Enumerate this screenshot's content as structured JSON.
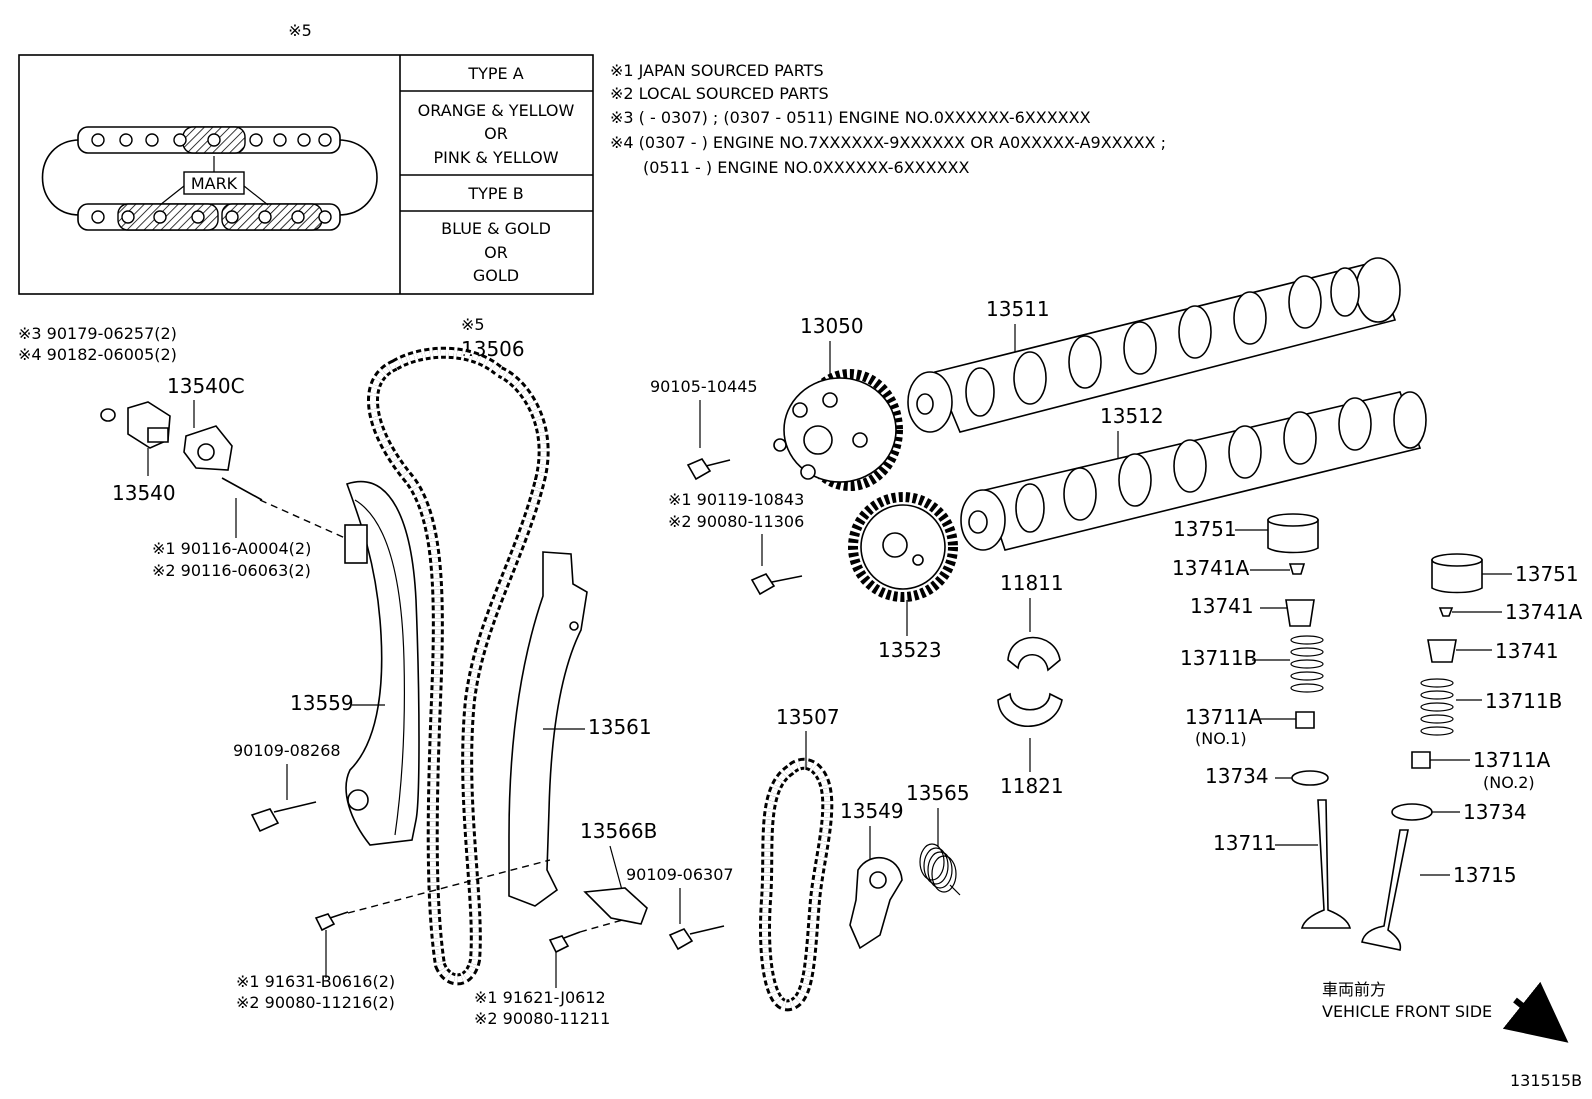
{
  "inset": {
    "ref_mark": "※5",
    "mark_label": "MARK",
    "type_a_label": "TYPE A",
    "type_a_colors": [
      "ORANGE & YELLOW",
      "OR",
      "PINK & YELLOW"
    ],
    "type_b_label": "TYPE B",
    "type_b_colors": [
      "BLUE & GOLD",
      "OR",
      "GOLD"
    ]
  },
  "notes": [
    "※1 JAPAN SOURCED PARTS",
    "※2 LOCAL SOURCED PARTS",
    "※3 (         - 0307) ; (0307 - 0511) ENGINE NO.0XXXXXX-6XXXXXX",
    "※4 (0307 -         ) ENGINE NO.7XXXXXX-9XXXXXX OR A0XXXXX-A9XXXXX ;",
    "(0511 -         ) ENGINE NO.0XXXXXX-6XXXXXX"
  ],
  "parts": {
    "p13540_note1": "※3  90179-06257(2)",
    "p13540_note2": "※4  90182-06005(2)",
    "p13540C": "13540C",
    "p13540": "13540",
    "p90116_a": "※1  90116-A0004(2)",
    "p90116_b": "※2  90116-06063(2)",
    "p13506_ref": "※5",
    "p13506": "13506",
    "p13559": "13559",
    "p90109_08268": "90109-08268",
    "p13561": "13561",
    "p91631_a": "※1  91631-B0616(2)",
    "p91631_b": "※2  90080-11216(2)",
    "p91621_a": "※1  91621-J0612",
    "p91621_b": "※2  90080-11211",
    "p13566B": "13566B",
    "p90109_06307": "90109-06307",
    "p13507": "13507",
    "p13549": "13549",
    "p13565": "13565",
    "p90105": "90105-10445",
    "p90119_a": "※1  90119-10843",
    "p90119_b": "※2  90080-11306",
    "p13050": "13050",
    "p13523": "13523",
    "p13511": "13511",
    "p13512": "13512",
    "p11811": "11811",
    "p11821": "11821",
    "p13751_l": "13751",
    "p13741A_l": "13741A",
    "p13741_l": "13741",
    "p13711B_l": "13711B",
    "p13711A_l": "13711A",
    "p13711A_l_sub": "(NO.1)",
    "p13734_l": "13734",
    "p13711": "13711",
    "p13751_r": "13751",
    "p13741A_r": "13741A",
    "p13741_r": "13741",
    "p13711B_r": "13711B",
    "p13711A_r": "13711A",
    "p13711A_r_sub": "(NO.2)",
    "p13734_r": "13734",
    "p13715": "13715"
  },
  "front_side": {
    "jp": "車両前方",
    "en": "VEHICLE FRONT SIDE"
  },
  "figure_code": "131515B"
}
